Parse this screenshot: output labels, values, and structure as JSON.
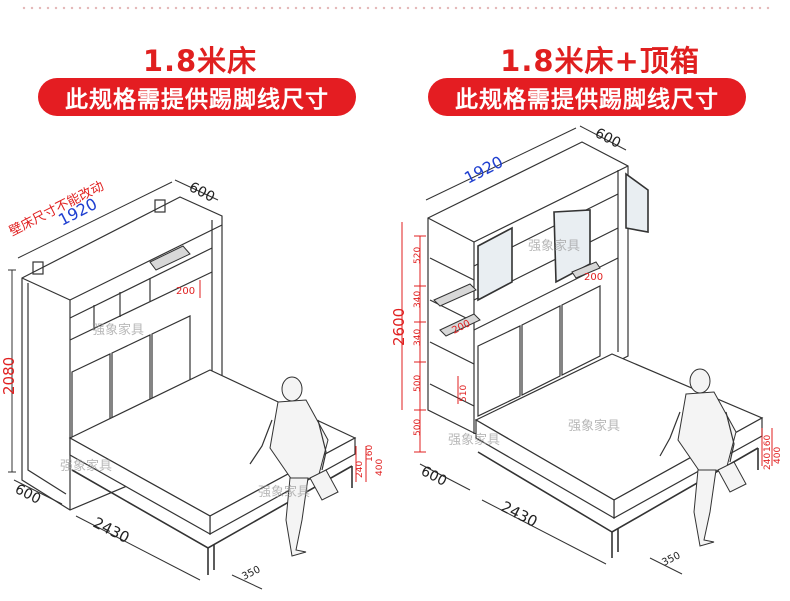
{
  "left": {
    "title": "1.8米床",
    "banner": "此规格需提供踢脚线尺寸",
    "note": "壁床尺寸不能改动",
    "width_dim": "1920",
    "depth_dim": "600",
    "height_dim": "2080",
    "shelf_dim": "200",
    "side_depth_dim": "600",
    "bed_len_dim": "2430",
    "leg_dim": "350",
    "small_dim_a": "240",
    "small_dim_b": "160",
    "small_dim_c": "400",
    "watermarks": [
      "强象家具",
      "强象家具",
      "强象家具"
    ]
  },
  "right": {
    "title": "1.8米床+顶箱",
    "banner": "此规格需提供踢脚线尺寸",
    "width_dim": "1920",
    "depth_dim": "600",
    "height_dim": "2600",
    "seg_dims": [
      "520",
      "340",
      "340",
      "500",
      "500"
    ],
    "shelf_dim_a": "200",
    "shelf_dim_b": "200",
    "inner_dim": "510",
    "side_depth_dim": "600",
    "bed_len_dim": "2430",
    "leg_dim": "350",
    "small_dim_a": "240",
    "small_dim_b": "160",
    "small_dim_c": "400",
    "watermarks": [
      "强象家具",
      "强象家具",
      "强象家具"
    ]
  },
  "colors": {
    "accent_red": "#e41d22",
    "dimension_blue": "#1f3fd0",
    "line": "#333333"
  }
}
